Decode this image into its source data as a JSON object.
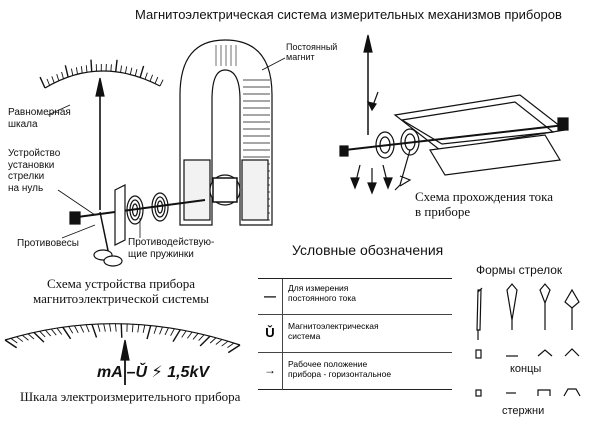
{
  "title": "Магнитоэлектрическая система измерительных механизмов приборов",
  "labels": {
    "permanent_magnet": "Постоянный\nмагнит",
    "uniform_scale": "Равномерная\nшкала",
    "zero_device": "Устройство\nустановки\nстрелки\nна нуль",
    "counterweights": "Противовесы",
    "springs": "Противодействую-\nщие пружинки",
    "current_path": "Схема прохождения тока\nв приборе",
    "device_scheme": "Схема устройства прибора\nмагнитоэлектрической системы",
    "scale_caption": "Шкала электроизмерительного прибора",
    "scale_readout": "mA  –Ǔ  ⚡ 1,5kV"
  },
  "legend": {
    "title": "Условные обозначения",
    "rows": [
      {
        "symbol": "—",
        "text": "Для измерения\nпостоянного тока"
      },
      {
        "symbol": "Ǔ",
        "text": "Магнитоэлектрическая\nсистема"
      },
      {
        "symbol": "→",
        "text": "Рабочее положение\nприбора - горизонтальное"
      }
    ]
  },
  "arrows": {
    "title": "Формы стрелок",
    "tips_label": "концы",
    "rods_label": "стержни"
  }
}
